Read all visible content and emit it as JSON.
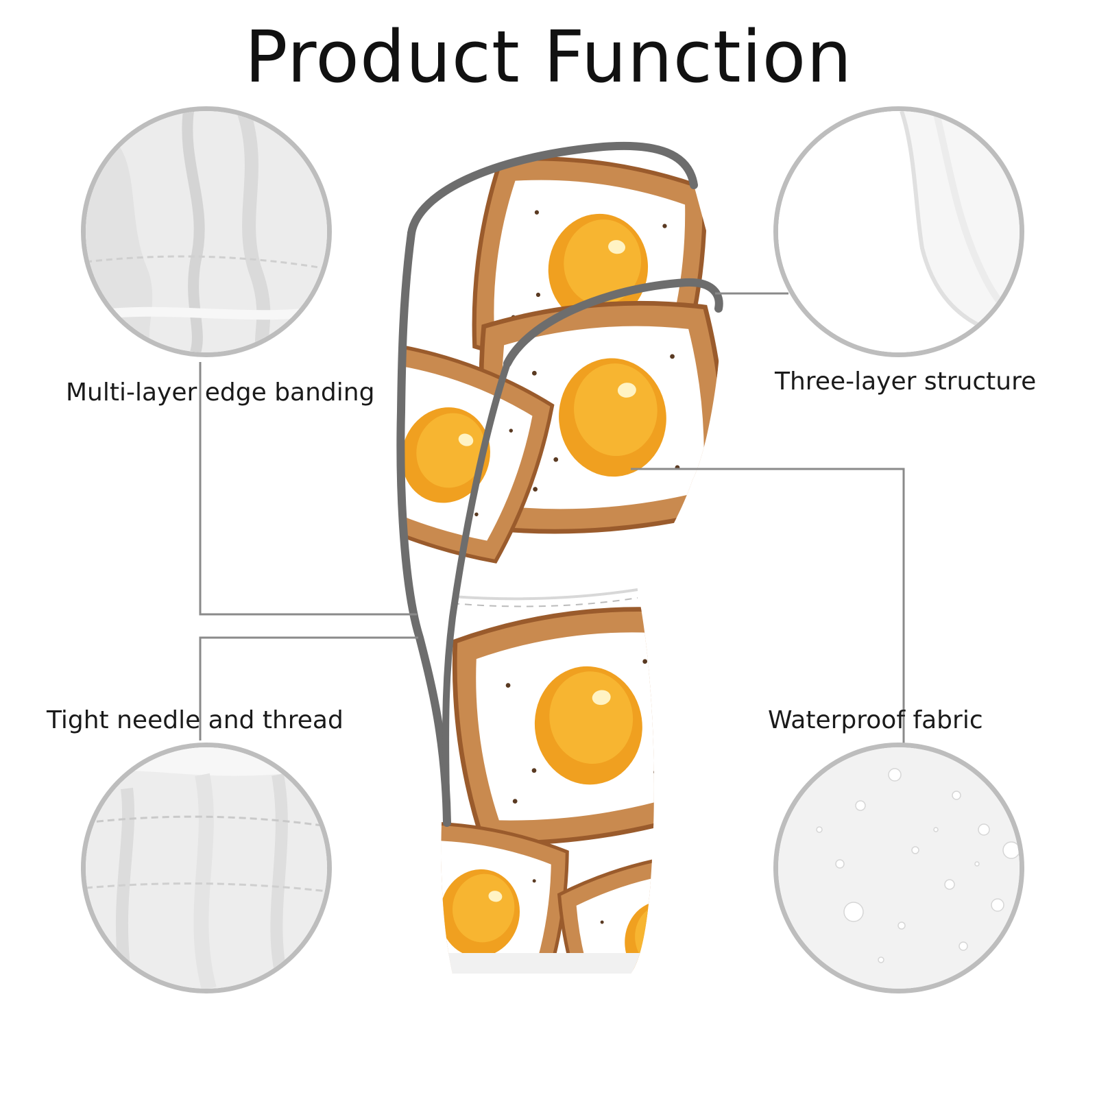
{
  "title": "Product Function",
  "callouts": {
    "top_left": "Multi-layer edge banding",
    "top_right": "Three-layer structure",
    "bottom_left": "Tight needle and thread",
    "bottom_right": "Waterproof fabric"
  },
  "colors": {
    "circle_border": "#bdbdbd",
    "leader_line": "#8a8a8a",
    "binding": "#6d6d6d",
    "toast": "#c98a4f",
    "toast_dark": "#9a5b2c",
    "yolk": "#f5a623",
    "egg_white": "#ffffff"
  }
}
